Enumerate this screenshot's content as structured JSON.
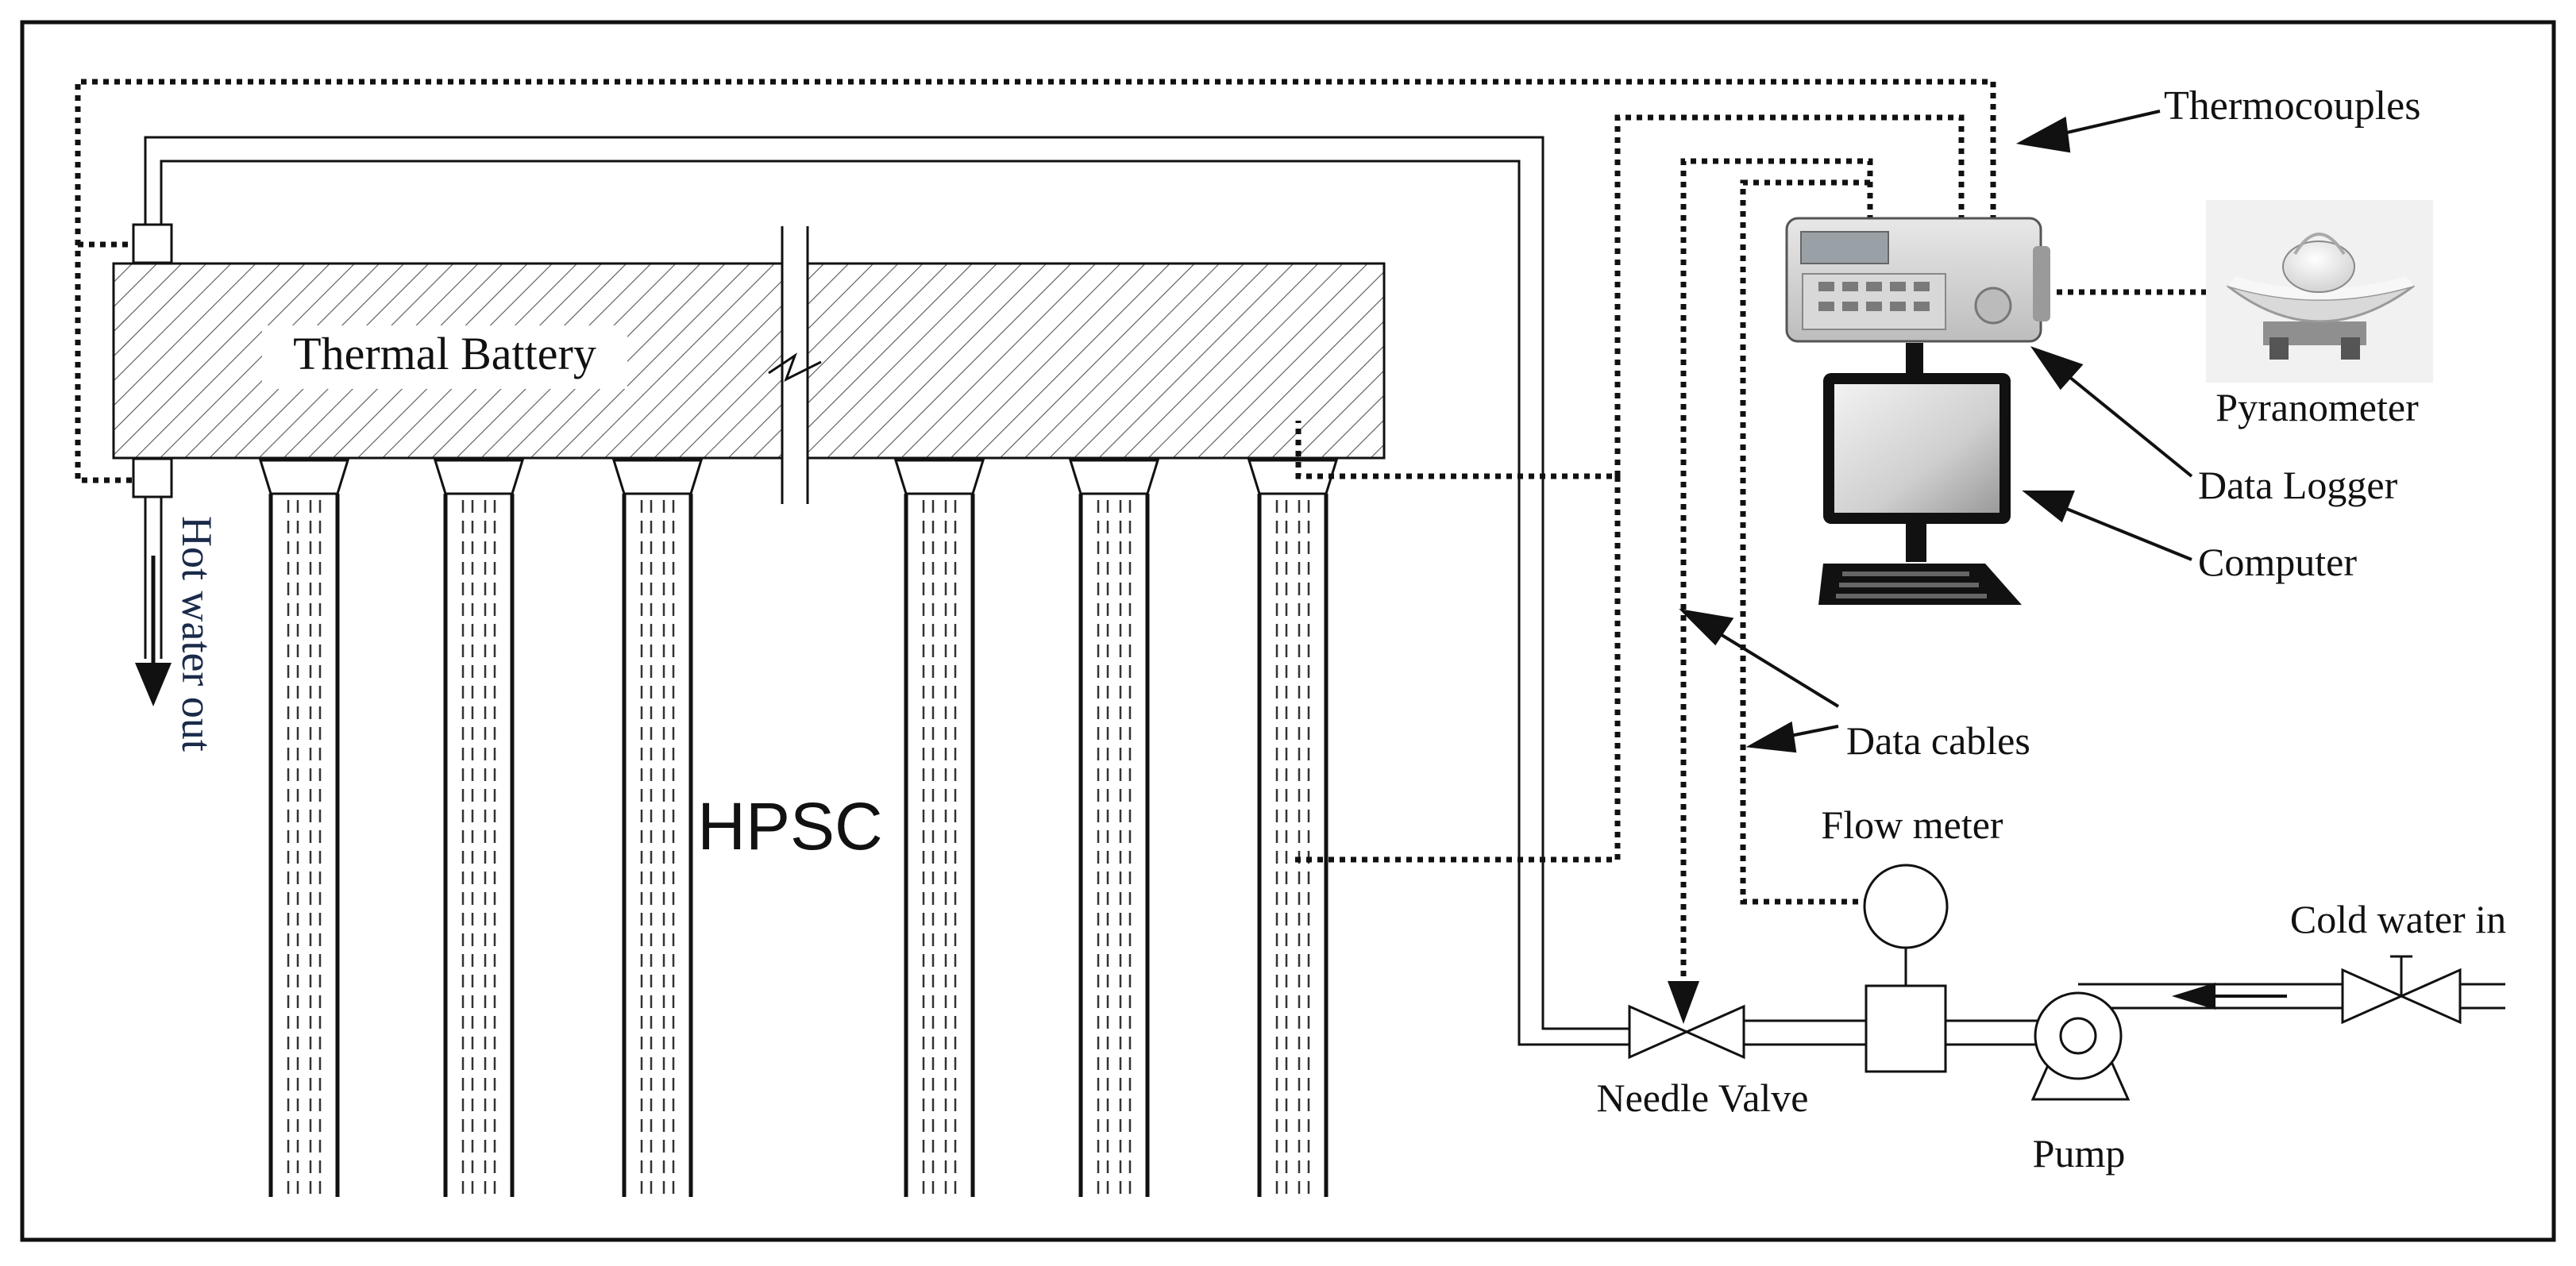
{
  "labels": {
    "thermal_battery": "Thermal Battery",
    "hpsc": "HPSC",
    "hot_water_out": "Hot water out",
    "thermocouples": "Thermocouples",
    "pyranometer": "Pyranometer",
    "data_logger": "Data Logger",
    "computer": "Computer",
    "data_cables": "Data cables",
    "flow_meter": "Flow meter",
    "cold_water_in": "Cold water in",
    "needle_valve": "Needle Valve",
    "pump": "Pump"
  },
  "heat_pipe_count": 6,
  "colors": {
    "line": "#111111",
    "hatch": "#555555",
    "hot_water_text": "#1a2a4a"
  }
}
